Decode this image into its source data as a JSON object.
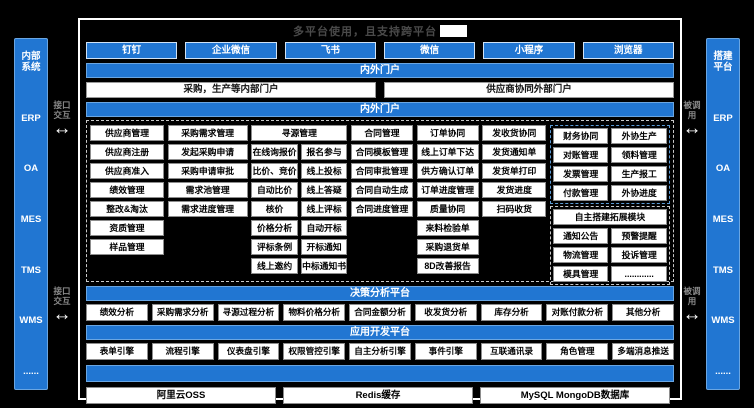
{
  "colors": {
    "accent_blue": "#2176d2"
  },
  "header": {
    "title": "多平台使用，且支持跨平台"
  },
  "platform_buttons": [
    "钉钉",
    "企业微信",
    "飞书",
    "微信",
    "小程序",
    "浏览器"
  ],
  "portal": {
    "outer_bar": "内外门户",
    "internal_portal": "采购，生产等内部门户",
    "external_portal": "供应商协同外部门户",
    "inner_bar": "内外门户"
  },
  "sidebars": {
    "left": {
      "title": "内部系统",
      "items": [
        "ERP",
        "OA",
        "MES",
        "TMS",
        "WMS",
        "......"
      ]
    },
    "right": {
      "title": "搭建平台",
      "items": [
        "ERP",
        "OA",
        "MES",
        "TMS",
        "WMS",
        "......"
      ]
    },
    "left_connector_label": "接口交互",
    "right_connector_label": "被调用",
    "arrow": "↔"
  },
  "modules": {
    "columns": [
      {
        "type": "simple",
        "header": "供应商管理",
        "cells": [
          "供应商注册",
          "供应商准入",
          "绩效管理",
          "整改&淘汰",
          "资质管理",
          "样品管理"
        ]
      },
      {
        "type": "simple",
        "header": "采购需求管理",
        "cells": [
          "发起采购申请",
          "采购申请审批",
          "需求池管理",
          "需求进度管理"
        ]
      },
      {
        "type": "double",
        "header": "寻源管理",
        "left": [
          "在线询报价",
          "比价、竞价",
          "自动比价",
          "核价",
          "价格分析",
          "评标条例",
          "线上邀约"
        ],
        "right": [
          "报名参与",
          "线上投标",
          "线上答疑",
          "线上评标",
          "自动开标",
          "开标通知",
          "中标通知书"
        ]
      },
      {
        "type": "simple",
        "header": "合同管理",
        "cells": [
          "合同模板管理",
          "合同审批管理",
          "合同自动生成",
          "合同进度管理"
        ]
      },
      {
        "type": "simple",
        "header": "订单协同",
        "cells": [
          "线上订单下达",
          "供方确认订单",
          "订单进度管理",
          "质量协同",
          "来料检验单",
          "采购退货单",
          "8D改善报告"
        ]
      },
      {
        "type": "simple",
        "header": "发收货协同",
        "cells": [
          "发货通知单",
          "发货单打印",
          "发货进度",
          "扫码收货"
        ]
      }
    ],
    "right_group": {
      "finance": {
        "header": "财务协同",
        "cells": [
          "对账管理",
          "发票管理",
          "付款管理"
        ]
      },
      "production": {
        "header": "外协生产",
        "cells": [
          "领料管理",
          "生产报工",
          "外协进度"
        ]
      },
      "extension": {
        "header": "自主搭建拓展模块",
        "rows": [
          [
            "通知公告",
            "预警提醒"
          ],
          [
            "物流管理",
            "投诉管理"
          ],
          [
            "模具管理",
            "............"
          ]
        ]
      }
    }
  },
  "decision": {
    "bar": "决策分析平台",
    "items": [
      "绩效分析",
      "采购需求分析",
      "寻源过程分析",
      "物料价格分析",
      "合同金额分析",
      "收发货分析",
      "库存分析",
      "对账付款分析",
      "其他分析"
    ]
  },
  "appdev": {
    "bar": "应用开发平台",
    "items": [
      "表单引擎",
      "流程引擎",
      "仪表盘引擎",
      "权限管控引擎",
      "自主分析引擎",
      "事件引擎",
      "互联通讯录",
      "角色管理",
      "多端消息推送"
    ]
  },
  "infra": {
    "items": [
      "阿里云OSS",
      "Redis缓存",
      "MySQL MongoDB数据库"
    ]
  }
}
